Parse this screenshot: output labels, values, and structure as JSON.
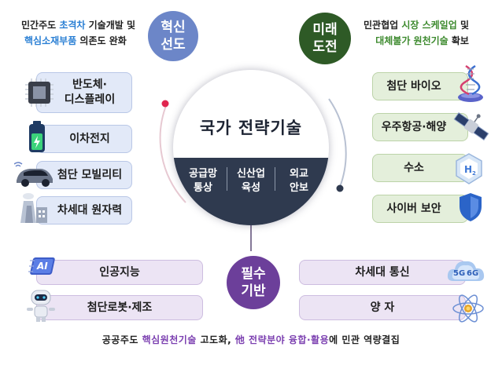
{
  "top_left": {
    "line1_a": "민간주도 ",
    "line1_hl": "초격차",
    "line1_b": " 기술개발 및",
    "line2_hl": "핵심소재부품",
    "line2_b": " 의존도 완화"
  },
  "top_right": {
    "line1_a": "민관협업 ",
    "line1_hl": "시장 스케일업",
    "line1_b": " 및",
    "line2_hl": "대체불가 원천기술",
    "line2_b": " 확보"
  },
  "circles": {
    "innovation": [
      "혁신",
      "선도"
    ],
    "future": [
      "미래",
      "도전"
    ],
    "essential": [
      "필수",
      "기반"
    ]
  },
  "center": {
    "title": "국가 전략기술",
    "items": [
      [
        "공급망",
        "통상"
      ],
      [
        "신산업",
        "육성"
      ],
      [
        "외교",
        "안보"
      ]
    ]
  },
  "left_items": [
    {
      "label1": "반도체·",
      "label2": "디스플레이",
      "icon": "chip-icon"
    },
    {
      "label1": "이차전지",
      "label2": "",
      "icon": "battery-icon"
    },
    {
      "label1": "첨단 모빌리티",
      "label2": "",
      "icon": "car-icon"
    },
    {
      "label1": "차세대 원자력",
      "label2": "",
      "icon": "nuclear-plant-icon"
    }
  ],
  "right_items": [
    {
      "label": "첨단 바이오",
      "icon": "dna-icon"
    },
    {
      "label": "우주항공·해양",
      "icon": "satellite-icon"
    },
    {
      "label": "수소",
      "icon": "hydrogen-icon"
    },
    {
      "label": "사이버 보안",
      "icon": "shield-icon"
    }
  ],
  "bottom_left_items": [
    {
      "label": "인공지능",
      "icon": "ai-icon",
      "icon_text": "AI"
    },
    {
      "label": "첨단로봇·제조",
      "icon": "robot-icon"
    }
  ],
  "bottom_right_items": [
    {
      "label": "차세대 통신",
      "icon": "cloud-5g-6g-icon",
      "icon_text_a": "5G",
      "icon_text_b": "6G"
    },
    {
      "label": "양 자",
      "icon": "atom-icon"
    }
  ],
  "bottom_text": {
    "a": "공공주도 ",
    "hl1": "핵심원천기술",
    "b": " 고도화, ",
    "hl2": "他 전략분야 융합·활용",
    "c": "에 민관 역량결집"
  },
  "colors": {
    "innovation": "#6c86c8",
    "future": "#2e5a26",
    "essential": "#6c3f9a",
    "center_dark": "#2f3a4f"
  }
}
